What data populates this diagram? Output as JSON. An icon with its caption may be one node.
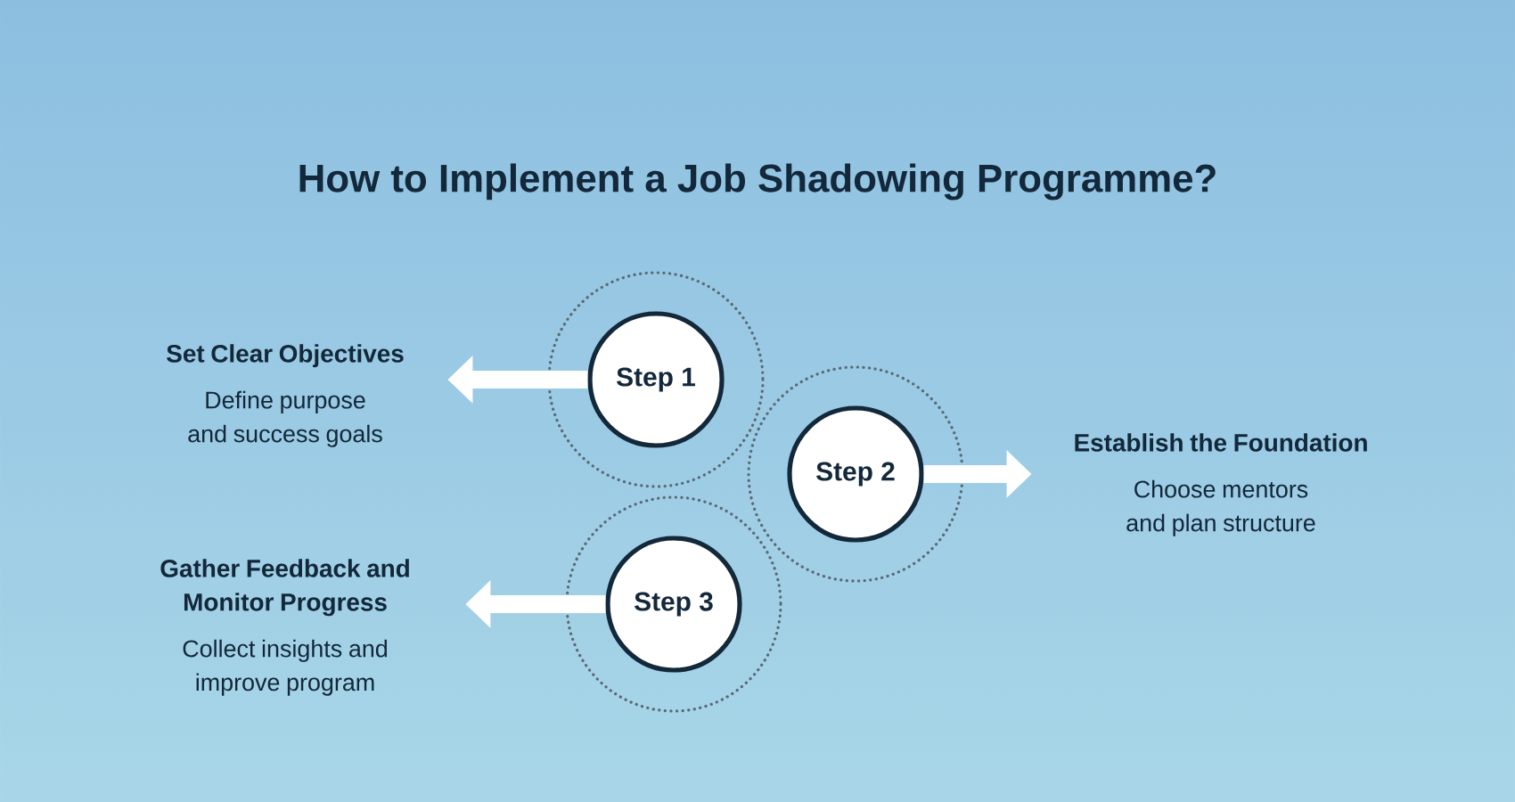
{
  "diagram": {
    "title": "How to Implement a Job Shadowing Programme?",
    "nodes": [
      {
        "text": [
          "Set Clear Objectives",
          "Define purpose and success goals"
        ]
      },
      {
        "text": [
          "Step 1"
        ]
      },
      {
        "text": [
          "Step 2"
        ]
      },
      {
        "text": [
          "Establish the Foundation",
          "Choose mentors and plan structure"
        ]
      },
      {
        "text": [
          "Gather Feedback and Monitor Progress",
          "Collect insights and improve program"
        ]
      },
      {
        "text": [
          "Step 3"
        ]
      }
    ],
    "edges": [
      {
        "from": 1,
        "to": 0,
        "arrow": "to"
      },
      {
        "from": 2,
        "to": 3,
        "arrow": "to"
      },
      {
        "from": 5,
        "to": 4,
        "arrow": "to"
      }
    ]
  }
}
